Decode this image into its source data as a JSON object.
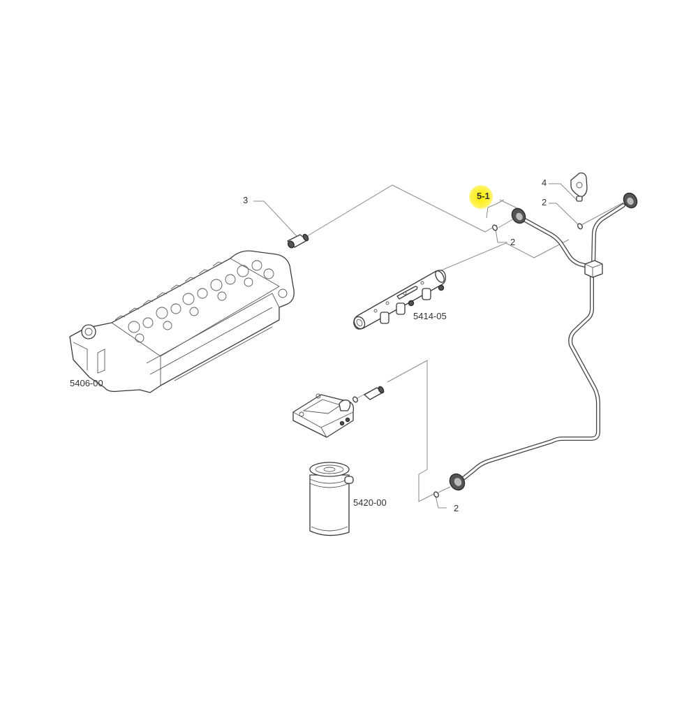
{
  "diagram": {
    "type": "exploded-parts-diagram",
    "callouts": [
      {
        "id": "callout-5-1",
        "label": "5-1",
        "highlighted": true,
        "highlight_color": "#ffee00"
      },
      {
        "id": "callout-4",
        "label": "4"
      },
      {
        "id": "callout-2-top-right",
        "label": "2"
      },
      {
        "id": "callout-2-top-left",
        "label": "2"
      },
      {
        "id": "callout-3",
        "label": "3"
      },
      {
        "id": "callout-2-bottom",
        "label": "2"
      }
    ],
    "assemblies": [
      {
        "id": "cylinder-head",
        "label": "5406-00"
      },
      {
        "id": "fuel-rail",
        "label": "5414-05"
      },
      {
        "id": "fuel-filter",
        "label": "5420-00"
      }
    ],
    "parts": {
      "1": "fuel-pipe-assembly (5-1)",
      "2": "o-ring seal",
      "3": "connector fitting",
      "4": "bracket"
    },
    "colors": {
      "line": "#3a3a3a",
      "leader": "#8a8a8a",
      "highlight": "#ffee00",
      "background": "#ffffff"
    }
  }
}
